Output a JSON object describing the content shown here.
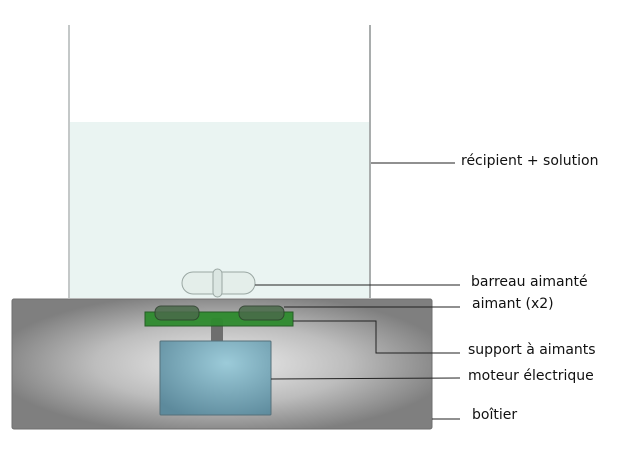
{
  "diagram": {
    "title": "Agitateur magnétique",
    "labels": {
      "container": "récipient + solution",
      "stir_bar": "barreau aimanté",
      "magnets": "aimant (x2)",
      "magnet_support": "support à aimants",
      "motor": "moteur électrique",
      "housing": "boîtier"
    },
    "colors": {
      "solution": "#eaf4f2",
      "housing_dark": "#7f7f7f",
      "housing_light": "#e6e6e6",
      "support": "#2e8b2e",
      "magnet": "#4a6b4a",
      "motor_light": "#9ccbd9",
      "motor_dark": "#5d8a9c",
      "shaft": "#6e6e6e",
      "leader": "#222222"
    }
  }
}
